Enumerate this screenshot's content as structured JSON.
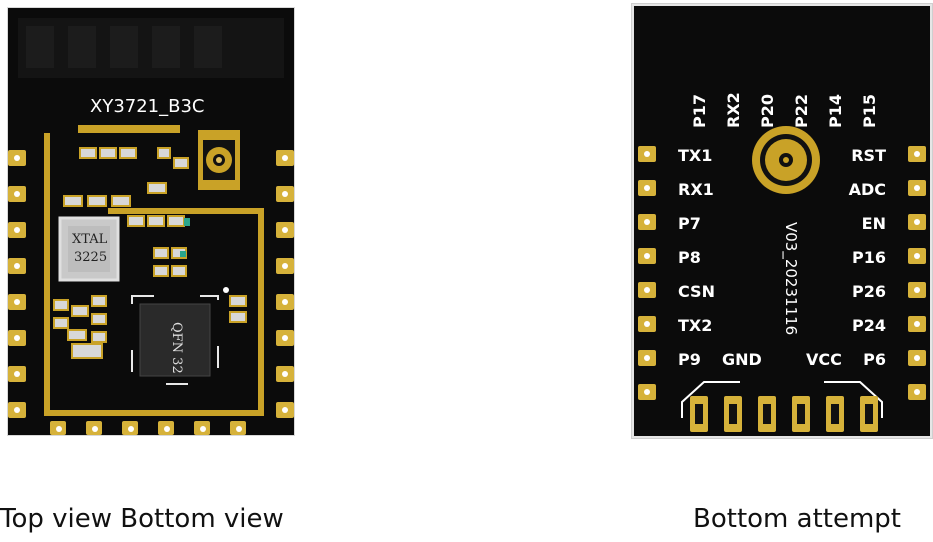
{
  "top_view": {
    "module_label": "XY3721_B3C",
    "crystal_label_1": "XTAL",
    "crystal_label_2": "3225",
    "ic_label": "QFN 32"
  },
  "bottom_view": {
    "top_pins": [
      "P17",
      "RX2",
      "P20",
      "P22",
      "P14",
      "P15"
    ],
    "left_pins": [
      "TX1",
      "RX1",
      "P7",
      "P8",
      "CSN",
      "TX2",
      "P9"
    ],
    "right_pins": [
      "RST",
      "ADC",
      "EN",
      "P16",
      "P26",
      "P24",
      "P6"
    ],
    "gnd_label": "GND",
    "vcc_label": "VCC",
    "version_label": "V03_20231116"
  },
  "captions": {
    "left": "Top view Bottom view",
    "right": "Bottom attempt"
  }
}
